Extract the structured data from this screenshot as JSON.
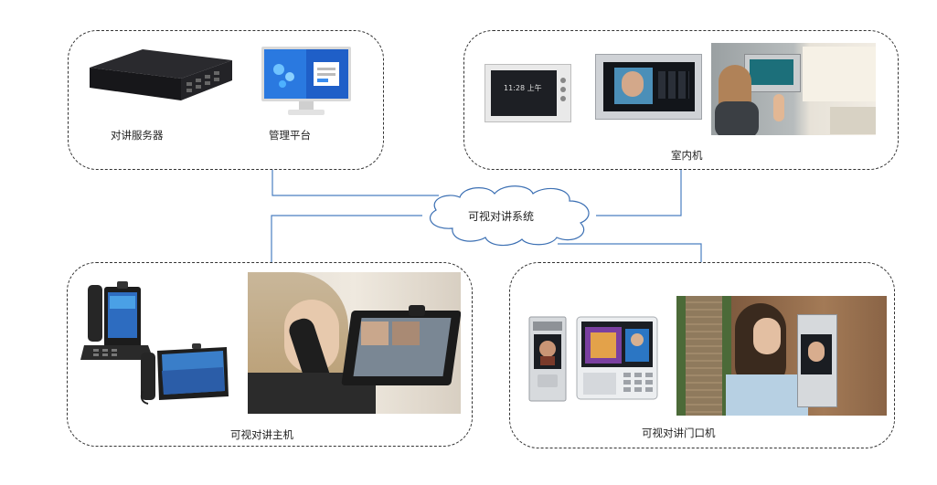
{
  "center": {
    "label": "可视对讲系统"
  },
  "groups": {
    "server": {
      "labels": [
        "对讲服务器",
        "管理平台"
      ]
    },
    "indoor": {
      "label": "室内机",
      "screen_time": "11:28 上午"
    },
    "master": {
      "label": "可视对讲主机"
    },
    "door": {
      "label": "可视对讲门口机"
    }
  },
  "colors": {
    "connector": "#4a7fc1",
    "border": "#333333"
  }
}
